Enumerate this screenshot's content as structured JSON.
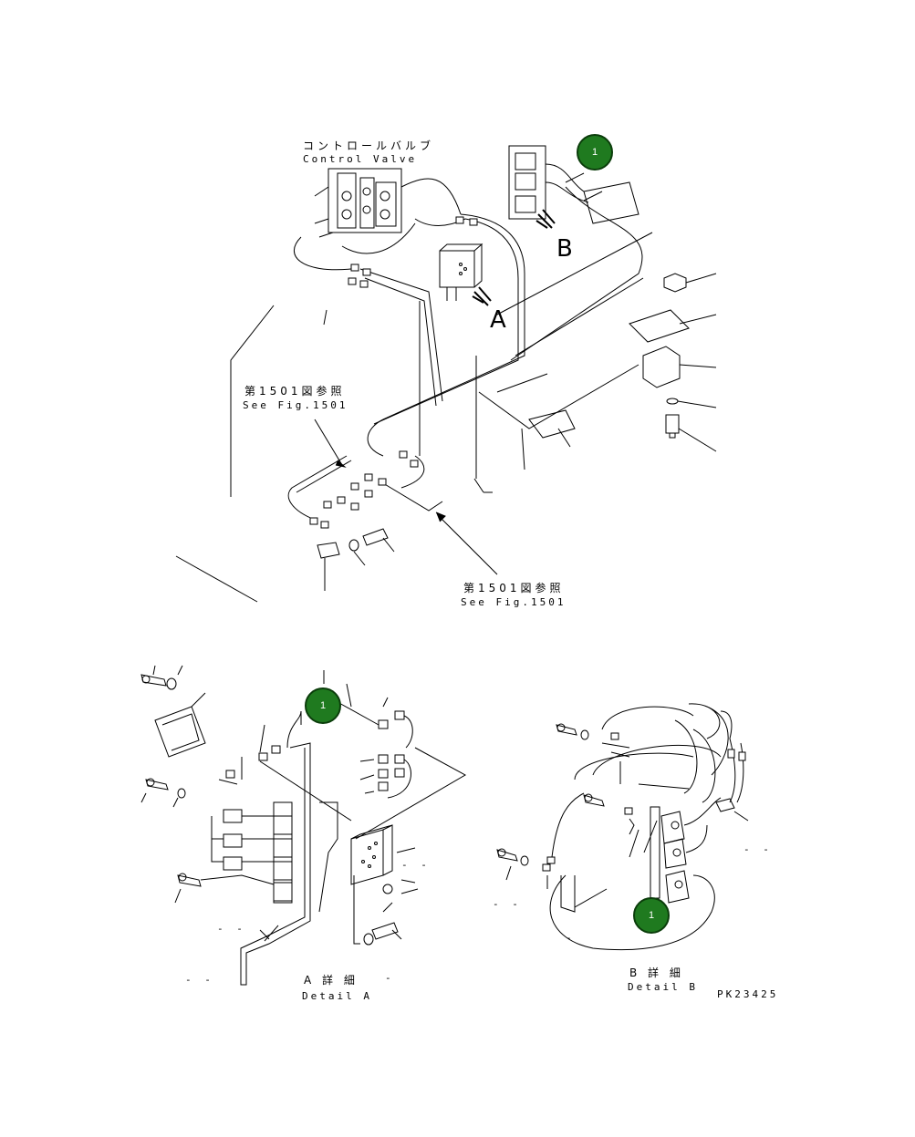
{
  "labels": {
    "control_valve_jp": "コントロールバルブ",
    "control_valve_en": "Control Valve",
    "see_fig_jp": "第1501図参照",
    "see_fig_en": "See Fig.1501",
    "see_fig2_jp": "第1501図参照",
    "see_fig2_en": "See Fig.1501",
    "marker_a": "A",
    "marker_b": "B",
    "detail_a_jp": "A 詳 細",
    "detail_a_en": "Detail A",
    "detail_b_jp": "B 詳 細",
    "detail_b_en": "Detail B",
    "drawing_code": "PK23425"
  },
  "callouts": [
    {
      "id": "callout-top",
      "text": "1"
    },
    {
      "id": "callout-detail-a",
      "text": "1"
    },
    {
      "id": "callout-detail-b",
      "text": "1"
    }
  ],
  "colors": {
    "callout_fill": "#1f7a1f",
    "line": "#000000"
  }
}
